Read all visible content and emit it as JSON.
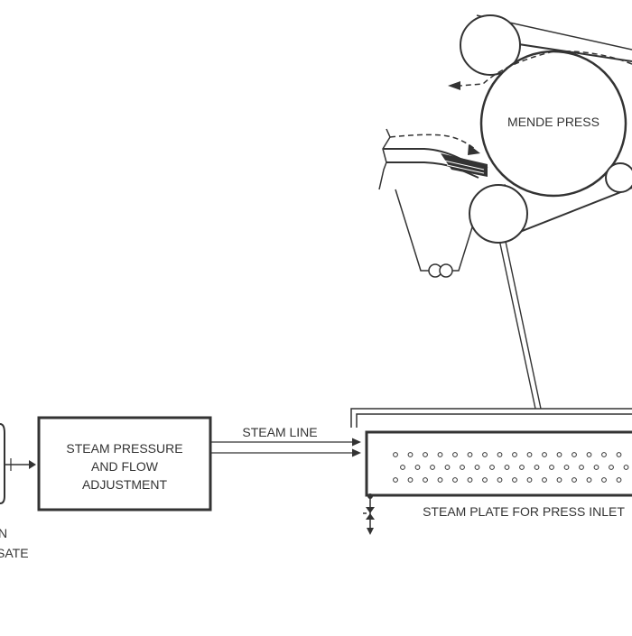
{
  "diagram": {
    "press_label": "MENDE PRESS",
    "adjust_box": {
      "line1": "STEAM PRESSURE",
      "line2": "AND FLOW",
      "line3": "ADJUSTMENT"
    },
    "steam_line_label": "STEAM LINE",
    "steam_plate_label": "STEAM PLATE FOR PRESS INLET",
    "left_partial_text": {
      "line1": "N",
      "line2": "SATE"
    },
    "colors": {
      "stroke": "#333333",
      "background": "#ffffff"
    }
  }
}
